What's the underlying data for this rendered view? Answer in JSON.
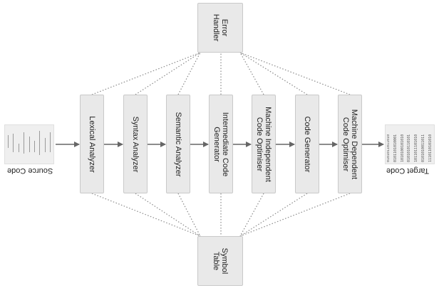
{
  "source": {
    "caption": "Source Code"
  },
  "target": {
    "caption": "Target Code",
    "binary_rows": [
      "0101011011010",
      "0101101010001",
      "1010100101010",
      "0101010110101",
      "1011011101010",
      "0101010011011",
      "1110110101010"
    ]
  },
  "stages": [
    {
      "name": "stage-lexical-analyzer",
      "lines": [
        "Lexical Analyzer"
      ]
    },
    {
      "name": "stage-syntax-analyzer",
      "lines": [
        "Syntax Analyzer"
      ]
    },
    {
      "name": "stage-semantic-analyzer",
      "lines": [
        "Semantic Analyzer"
      ]
    },
    {
      "name": "stage-intermediate-code-generator",
      "lines": [
        "Intermediate Code",
        "Generator"
      ]
    },
    {
      "name": "stage-machine-independent-optimiser",
      "lines": [
        "Machine Independent",
        "Code Optimiser"
      ]
    },
    {
      "name": "stage-code-generator",
      "lines": [
        "Code Generator"
      ]
    },
    {
      "name": "stage-machine-dependent-optimiser",
      "lines": [
        "Machine Dependent",
        "Code Optimiser"
      ]
    }
  ],
  "error_handler": {
    "lines": [
      "Error",
      "Handler"
    ]
  },
  "symbol_table": {
    "lines": [
      "Symbol",
      "Table"
    ]
  },
  "colors": {
    "box_fill": "#e9e9e9",
    "box_border": "#c9c9c9",
    "arrow": "#666666",
    "dotted": "#8a8a8a"
  }
}
